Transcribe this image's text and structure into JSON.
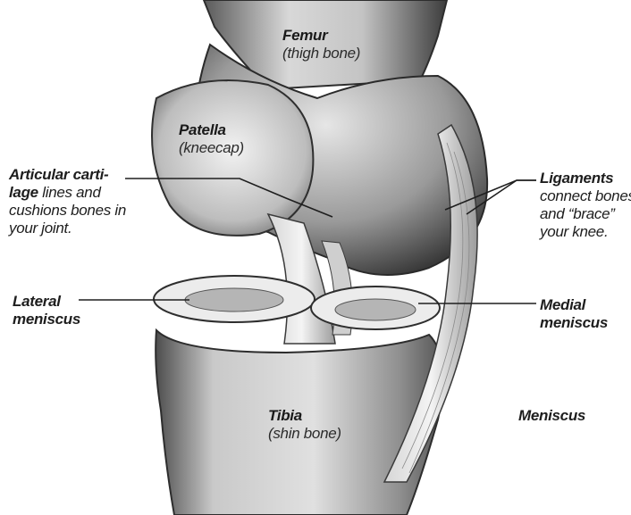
{
  "labels": {
    "femur": {
      "name": "Femur",
      "desc": "(thigh bone)"
    },
    "patella": {
      "name": "Patella",
      "desc": "(kneecap)"
    },
    "cartilage": {
      "line1_bold": "Articular carti-",
      "line2_bold": "lage",
      "line2_rest": " lines and",
      "line3": "cushions bones in",
      "line4": "your joint."
    },
    "ligaments": {
      "name": "Ligaments",
      "line2": "connect bones",
      "line3": "and “brace”",
      "line4": "your knee."
    },
    "lateral_meniscus": {
      "line1": "Lateral",
      "line2": "meniscus"
    },
    "medial_meniscus": {
      "line1": "Medial",
      "line2": "meniscus"
    },
    "tibia": {
      "name": "Tibia",
      "desc": "(shin bone)"
    },
    "caption": "Meniscus"
  },
  "colors": {
    "ink": "#1e1e1e",
    "bone_light": "#ececec",
    "bone_mid": "#b9b9b9",
    "bone_dark": "#4a4a4a"
  }
}
